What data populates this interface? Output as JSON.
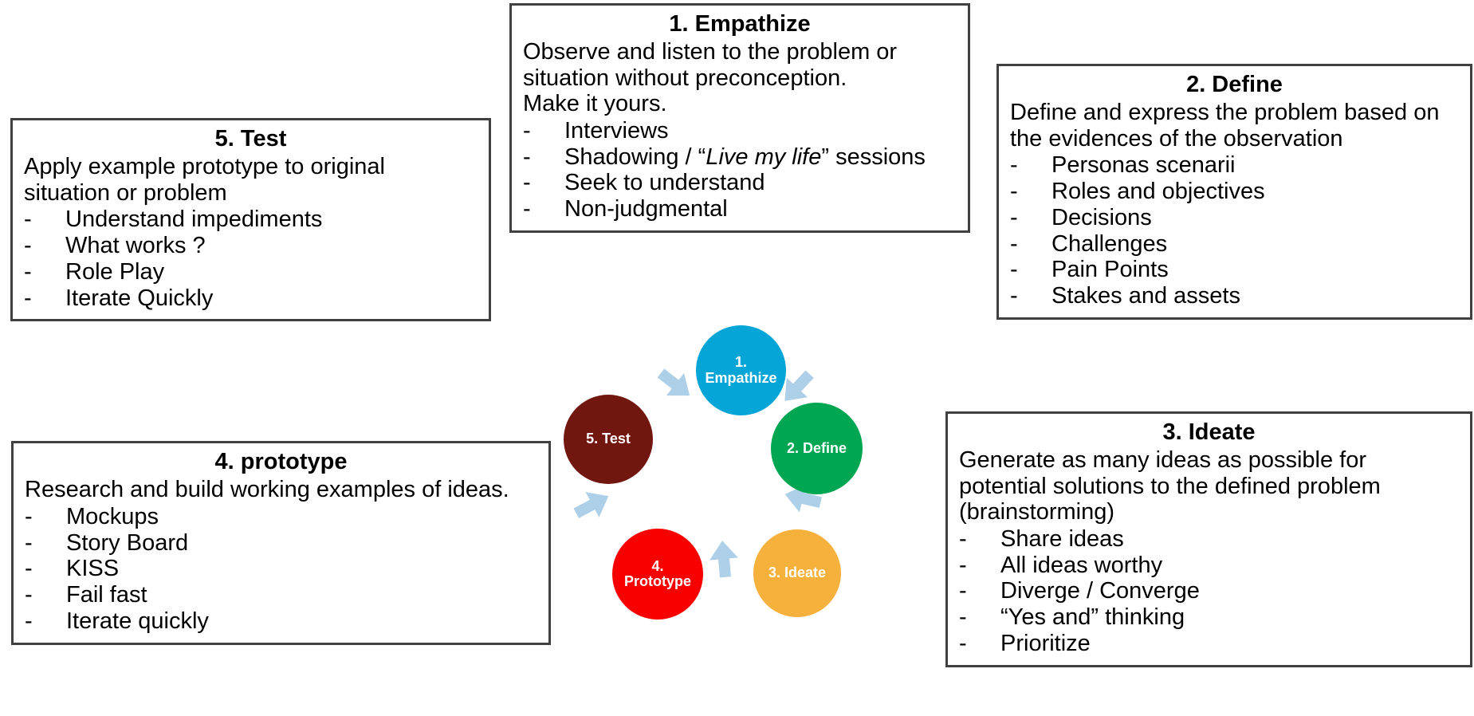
{
  "boxes": {
    "empathize": {
      "title": "1. Empathize",
      "desc": "Observe and listen to the problem or situation without preconception.\nMake it yours.",
      "bullets": [
        "Interviews",
        "Shadowing / “Live my life” sessions",
        "Seek to understand",
        "Non-judgmental"
      ],
      "bullet_dash": "-"
    },
    "define": {
      "title": "2. Define",
      "desc": "Define and express the problem based on the evidences of the observation",
      "bullets": [
        "Personas scenarii",
        "Roles and objectives",
        "Decisions",
        "Challenges",
        "Pain Points",
        "Stakes and assets"
      ],
      "bullet_dash": "-"
    },
    "ideate": {
      "title": "3. Ideate",
      "desc": "Generate as many ideas as possible for potential solutions to the defined problem (brainstorming)",
      "bullets": [
        "Share ideas",
        "All ideas worthy",
        "Diverge / Converge",
        "“Yes and” thinking",
        "Prioritize"
      ],
      "bullet_dash": "-"
    },
    "prototype": {
      "title": "4. prototype",
      "desc": "Research and build working examples of ideas.",
      "bullets": [
        "Mockups",
        "Story Board",
        "KISS",
        "Fail fast",
        "Iterate quickly"
      ],
      "bullet_dash": "-"
    },
    "test": {
      "title": "5. Test",
      "desc": "Apply example prototype to original situation or problem",
      "bullets": [
        "Understand impediments",
        "What works ?",
        "Role Play",
        "Iterate Quickly"
      ],
      "bullet_dash": "-"
    }
  },
  "cycle": {
    "nodes": [
      {
        "id": "empathize",
        "label": "1.\nEmpathize",
        "color": "#06A5D8"
      },
      {
        "id": "define",
        "label": "2. Define",
        "color": "#00A651"
      },
      {
        "id": "ideate",
        "label": "3. Ideate",
        "color": "#F6B03C"
      },
      {
        "id": "prototype",
        "label": "4.\nPrototype",
        "color": "#F90000"
      },
      {
        "id": "test",
        "label": "5. Test",
        "color": "#711710"
      }
    ],
    "arrow_color": "#AECFE8"
  },
  "style": {
    "box_border": "#404040",
    "text_color": "#000000",
    "background": "#FFFFFF"
  }
}
